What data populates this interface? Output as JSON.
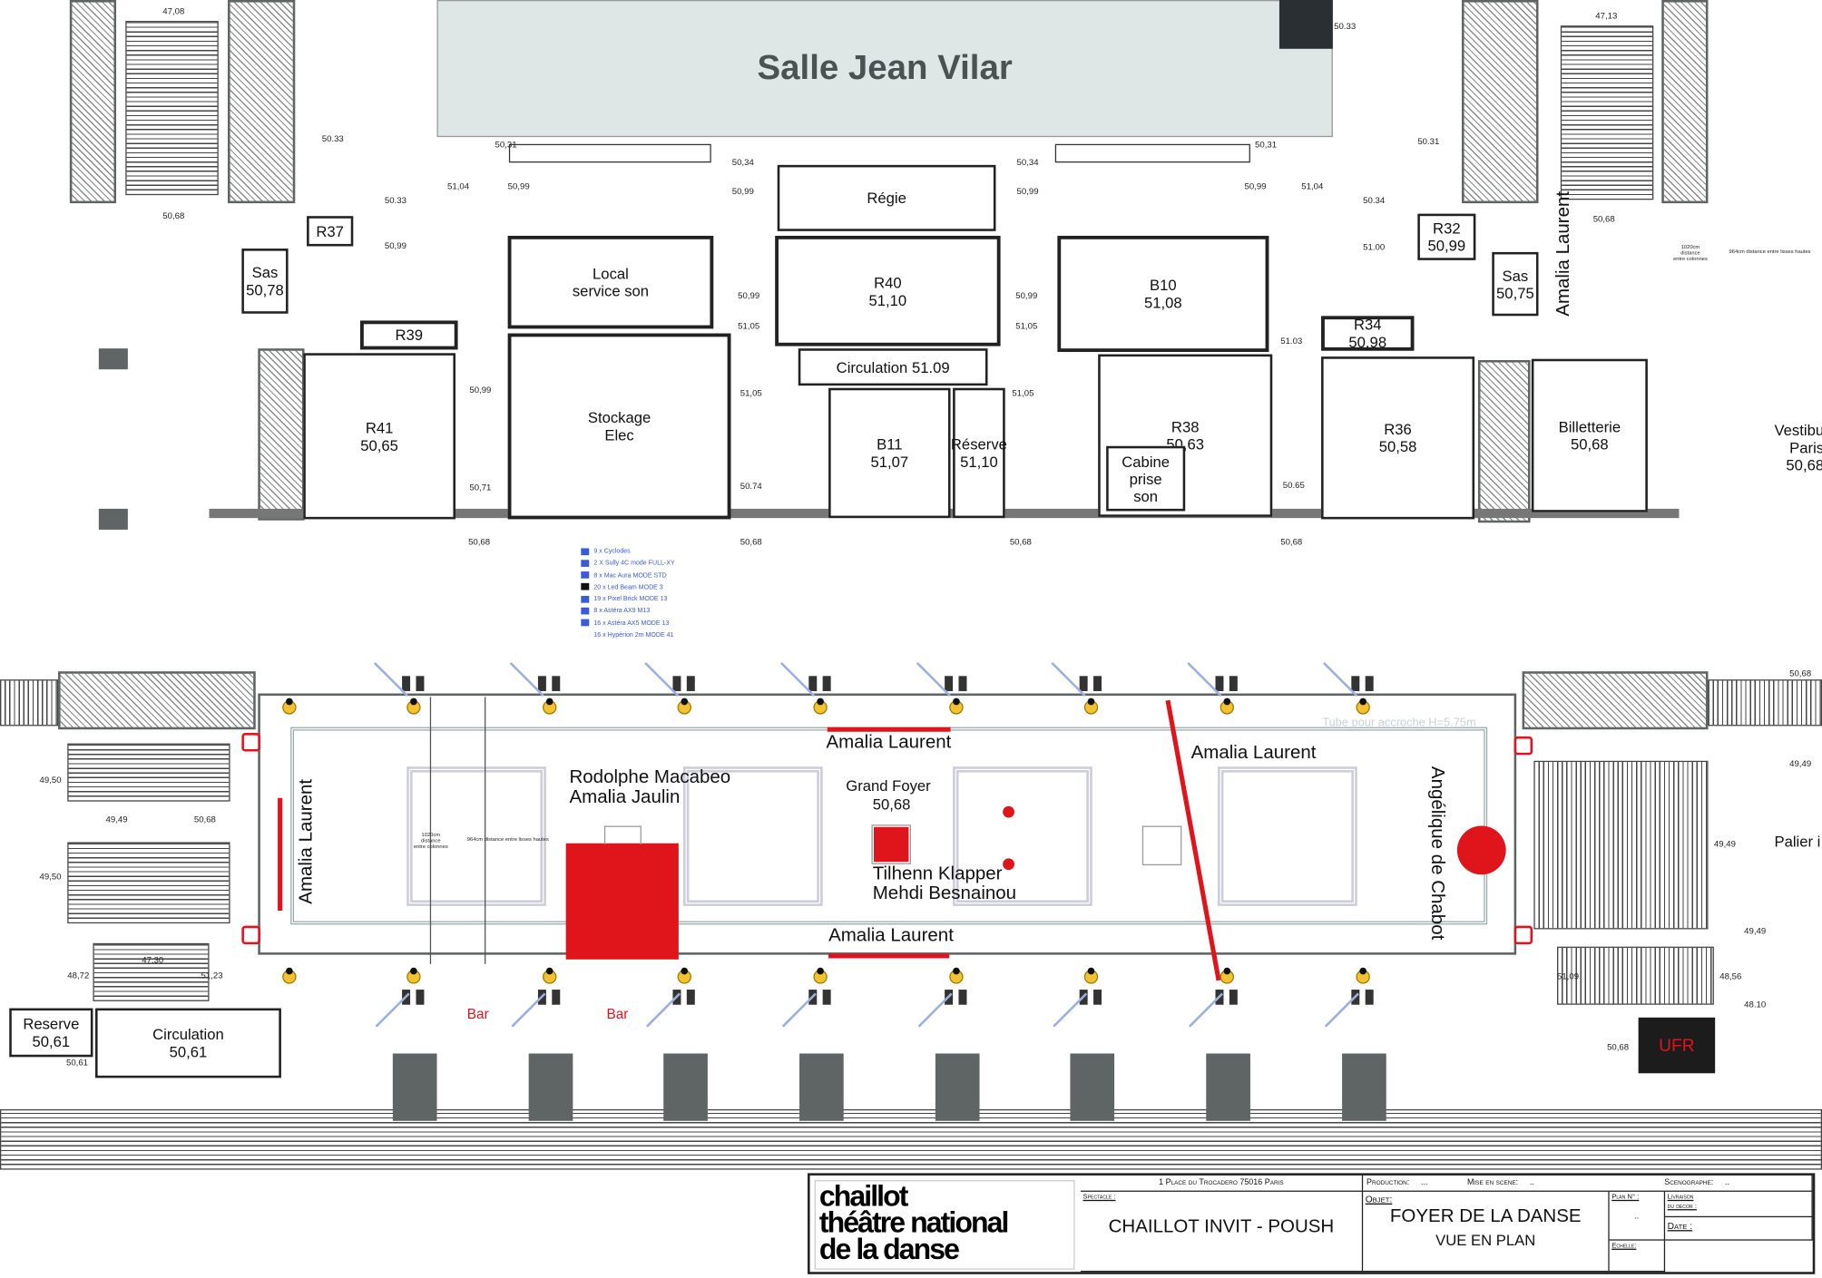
{
  "plan": {
    "hall_title": "Salle Jean Vilar",
    "foyer": {
      "name": "Grand Foyer",
      "level": "50,68"
    },
    "rooms": [
      {
        "label": "Régie"
      },
      {
        "label": "Local\nservice son"
      },
      {
        "label": "R40\n51,10"
      },
      {
        "label": "Circulation 51.09"
      },
      {
        "label": "Stockage\nElec"
      },
      {
        "label": "B11\n51,07"
      },
      {
        "label": "Réserve\n51,10"
      },
      {
        "label": "R41\n50,65"
      },
      {
        "label": "R39"
      },
      {
        "label": "R37"
      },
      {
        "label": "Sas\n50,78"
      },
      {
        "label": "B10\n51,08"
      },
      {
        "label": "R38\n50,63"
      },
      {
        "label": "Cabine\nprise\nson"
      },
      {
        "label": "R34\n50,98"
      },
      {
        "label": "R32\n50,99"
      },
      {
        "label": "Sas\n50,75"
      },
      {
        "label": "R36\n50,58"
      },
      {
        "label": "Billetterie\n50,68"
      },
      {
        "label": "Reserve\n50,61"
      },
      {
        "label": "Circulation\n50,61"
      }
    ],
    "cut_labels": [
      {
        "label": "Vestibu\nParis\n50,68"
      },
      {
        "label": "Palier i"
      }
    ],
    "bar_labels": [
      "Bar",
      "Bar"
    ],
    "ufr_label": "UFR",
    "elevations": [
      "47,08",
      "50.33",
      "50,68",
      "50.33",
      "50,99",
      "51,04",
      "50,31",
      "50,99",
      "50,34",
      "50,99",
      "50,34",
      "50,99",
      "50,31",
      "50,99",
      "51,04",
      "50.33",
      "50.34",
      "51.00",
      "50.31",
      "47,13",
      "50,68",
      "50,99",
      "51,05",
      "50,99",
      "51,05",
      "51.03",
      "50,99",
      "51,05",
      "51,05",
      "50,71",
      "50.74",
      "50.65",
      "50,68",
      "50,68",
      "50,68",
      "50,68",
      "50,68",
      "49,49",
      "49,50",
      "49,49",
      "50,68",
      "49,50",
      "47,30",
      "48,72",
      "51,23",
      "49,49",
      "49,49",
      "51,09",
      "48,56",
      "48.10",
      "50,68",
      "50,61"
    ],
    "notes": {
      "col_distance": "1020cm\ndistance\nentre colonnes",
      "rail_distance": "964cm distance\nentre lisses hautes",
      "tube": "Tube pour accroche H=5.75m"
    },
    "performers": [
      {
        "name": "Amalia Laurent"
      },
      {
        "name": "Amalia Laurent"
      },
      {
        "name": "Amalia Laurent"
      },
      {
        "name": "Amalia Laurent"
      },
      {
        "name": "Rodolphe Macabeo\nAmalia Jaulin"
      },
      {
        "name": "Tilhenn Klapper\nMehdi Besnainou"
      },
      {
        "name": "Angélique de Chabot"
      },
      {
        "name": "Amalia Laurent"
      }
    ],
    "colors": {
      "wall": "#5f6465",
      "marker": "#e0141b",
      "lighting": "#3a5bd8",
      "hall": "#dfe6e6"
    }
  },
  "legend": [
    "9 x Cyclodes",
    "2 X Sully 4C mode  FULL-XY",
    "8 x Mac Aura MODE STD",
    "20 x Led Beam MODE 3",
    "19 x Pixel Brick MODE 13",
    "8 x Astéra AX9 M13",
    "16 x Astéra AX5 MODE 13",
    "16 x Hypérion 2m MODE 41"
  ],
  "title_block": {
    "logo": "chaillot\nthéâtre national\nde la danse",
    "address": "1 Place du Trocadero 75016 Paris",
    "production_label": "Production:",
    "production_value": "...",
    "mise_en_scene_label": "Mise en scene:",
    "mise_en_scene_value": "..",
    "scenographe_label": "Scenographe:",
    "scenographe_value": "..",
    "spectacle_label": "Spectacle :",
    "spectacle": "CHAILLOT INVIT - POUSH",
    "objet_label": "Objet:",
    "objet_line1": "FOYER DE LA DANSE",
    "objet_line2": "VUE EN PLAN",
    "plan_no_label": "Plan N° :",
    "plan_no": "..",
    "echelle_label": "Echelle:",
    "livraison_label": "Livraison\ndu décor :",
    "date_label": "Date :"
  }
}
